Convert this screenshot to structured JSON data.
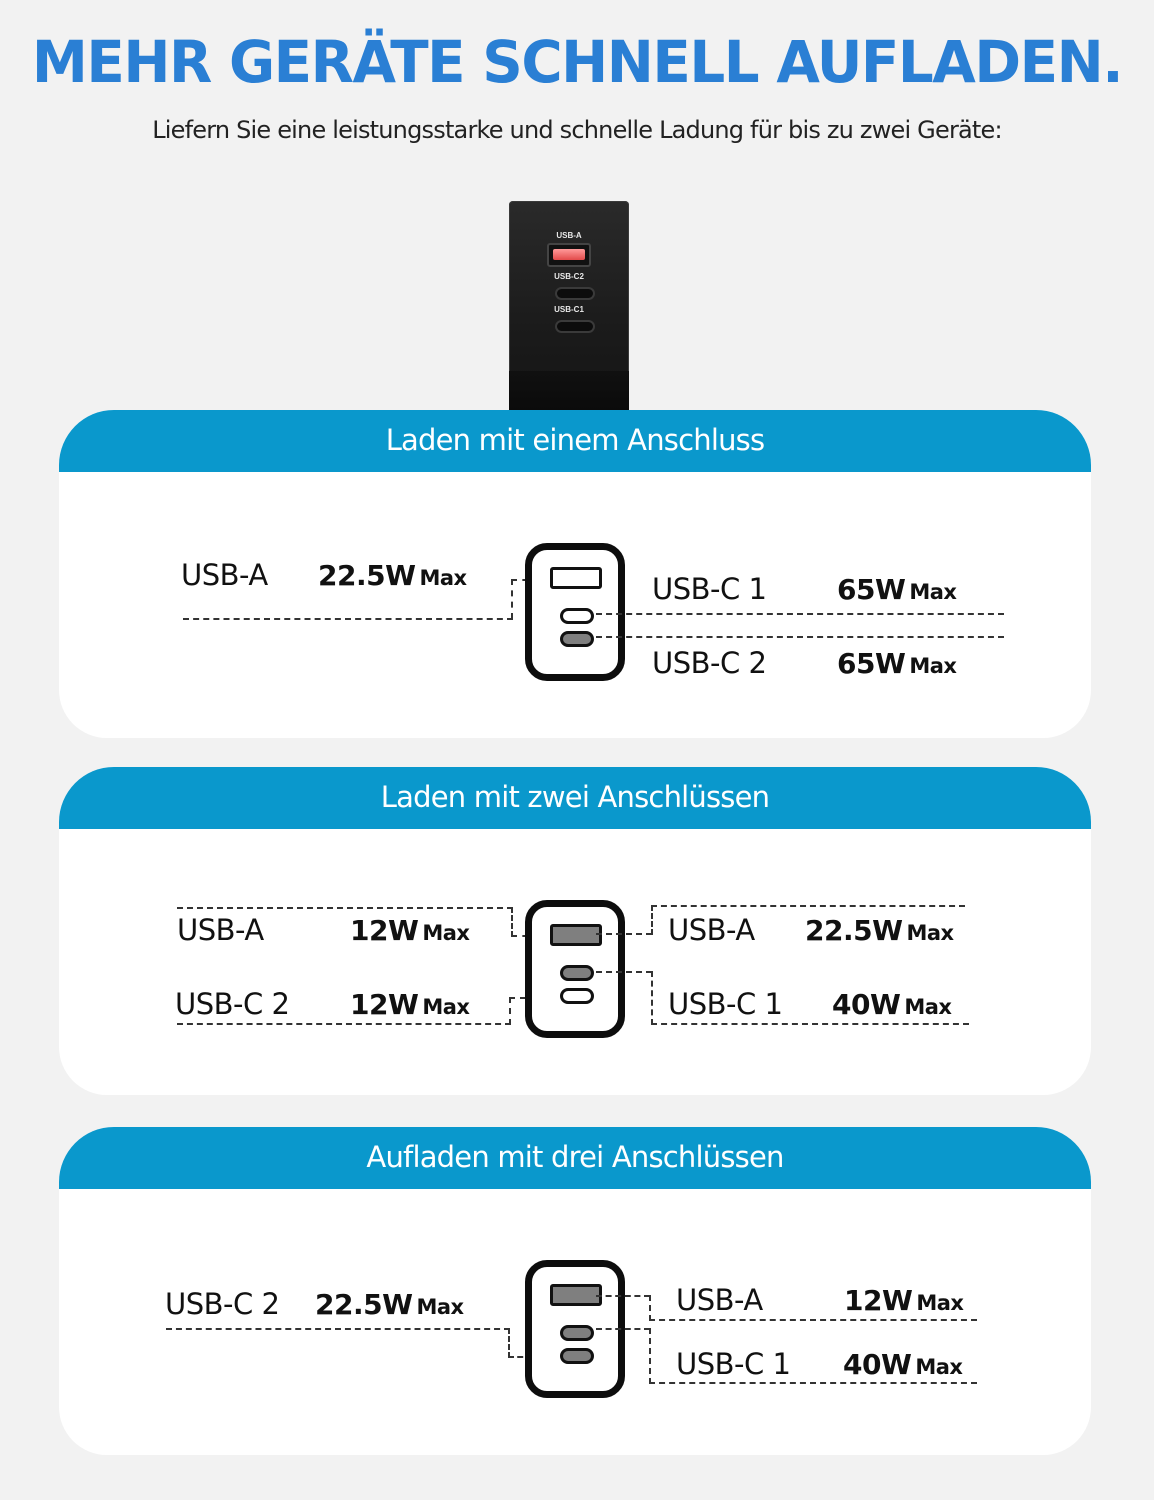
{
  "header": {
    "title": "MEHR GERÄTE SCHNELL AUFLADEN.",
    "subtitle": "Liefern Sie eine leistungsstarke und schnelle Ladung für bis zu zwei Geräte:"
  },
  "product": {
    "port_labels": [
      "USB-A",
      "USB-C2",
      "USB-C1"
    ]
  },
  "colors": {
    "title_blue": "#2a7fd4",
    "header_blue": "#0a98cc",
    "background": "#f2f2f2",
    "active_port": "#7f7f7f"
  },
  "sections": [
    {
      "title": "Laden mit einem Anschluss",
      "left": [
        {
          "port": "USB-A",
          "power": "22.5W",
          "unit": "Max"
        }
      ],
      "right": [
        {
          "port": "USB-C 1",
          "power": "65W",
          "unit": "Max"
        },
        {
          "port": "USB-C 2",
          "power": "65W",
          "unit": "Max"
        }
      ]
    },
    {
      "title": "Laden mit zwei Anschlüssen",
      "left": [
        {
          "port": "USB-A",
          "power": "12W",
          "unit": "Max"
        },
        {
          "port": "USB-C 2",
          "power": "12W",
          "unit": "Max"
        }
      ],
      "right": [
        {
          "port": "USB-A",
          "power": "22.5W",
          "unit": "Max"
        },
        {
          "port": "USB-C 1",
          "power": "40W",
          "unit": "Max"
        }
      ]
    },
    {
      "title": "Aufladen mit drei Anschlüssen",
      "left": [
        {
          "port": "USB-C 2",
          "power": "22.5W",
          "unit": "Max"
        }
      ],
      "right": [
        {
          "port": "USB-A",
          "power": "12W",
          "unit": "Max"
        },
        {
          "port": "USB-C 1",
          "power": "40W",
          "unit": "Max"
        }
      ]
    }
  ]
}
